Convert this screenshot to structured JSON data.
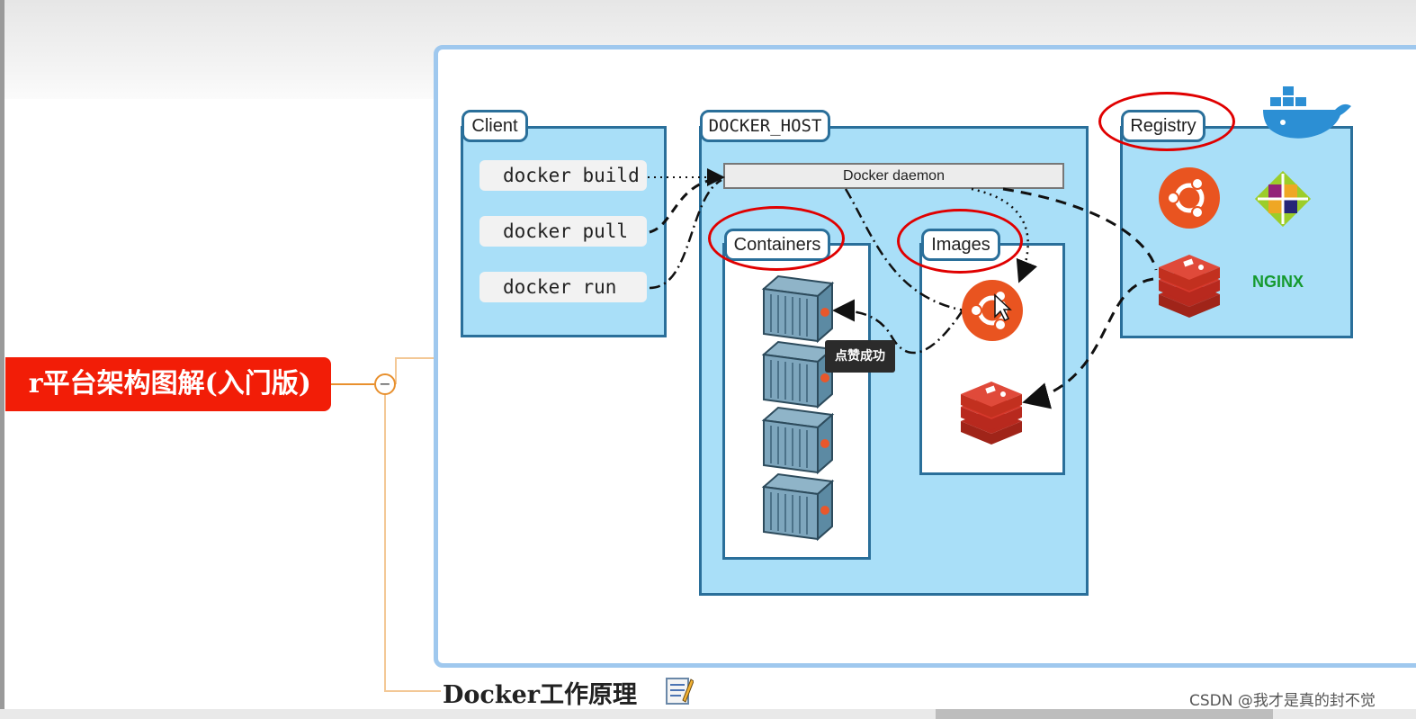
{
  "mindmap": {
    "central_node_label": "r平台架构图解(入门版)",
    "collapse_symbol": "−",
    "child_node_label": "Docker工作原理",
    "note_icon": "memo-icon"
  },
  "diagram": {
    "client_label": "Client",
    "docker_host_label": "DOCKER_HOST",
    "registry_label": "Registry",
    "daemon_label": "Docker daemon",
    "containers_label": "Containers",
    "images_label": "Images",
    "commands": [
      "docker build",
      "docker pull",
      "docker run"
    ],
    "registry_items": [
      "ubuntu-logo",
      "centos-logo",
      "redis-logo",
      "NGINX"
    ],
    "container_count": 4,
    "highlight_color": "#e00000",
    "panel_color": "#a9dff8"
  },
  "tooltip": {
    "text": "点赞成功"
  },
  "watermark": {
    "text": "CSDN @我才是真的封不觉"
  },
  "colors": {
    "central_node": "#f21d07",
    "connector": "#e8902e",
    "frame": "#9fc8ee"
  }
}
